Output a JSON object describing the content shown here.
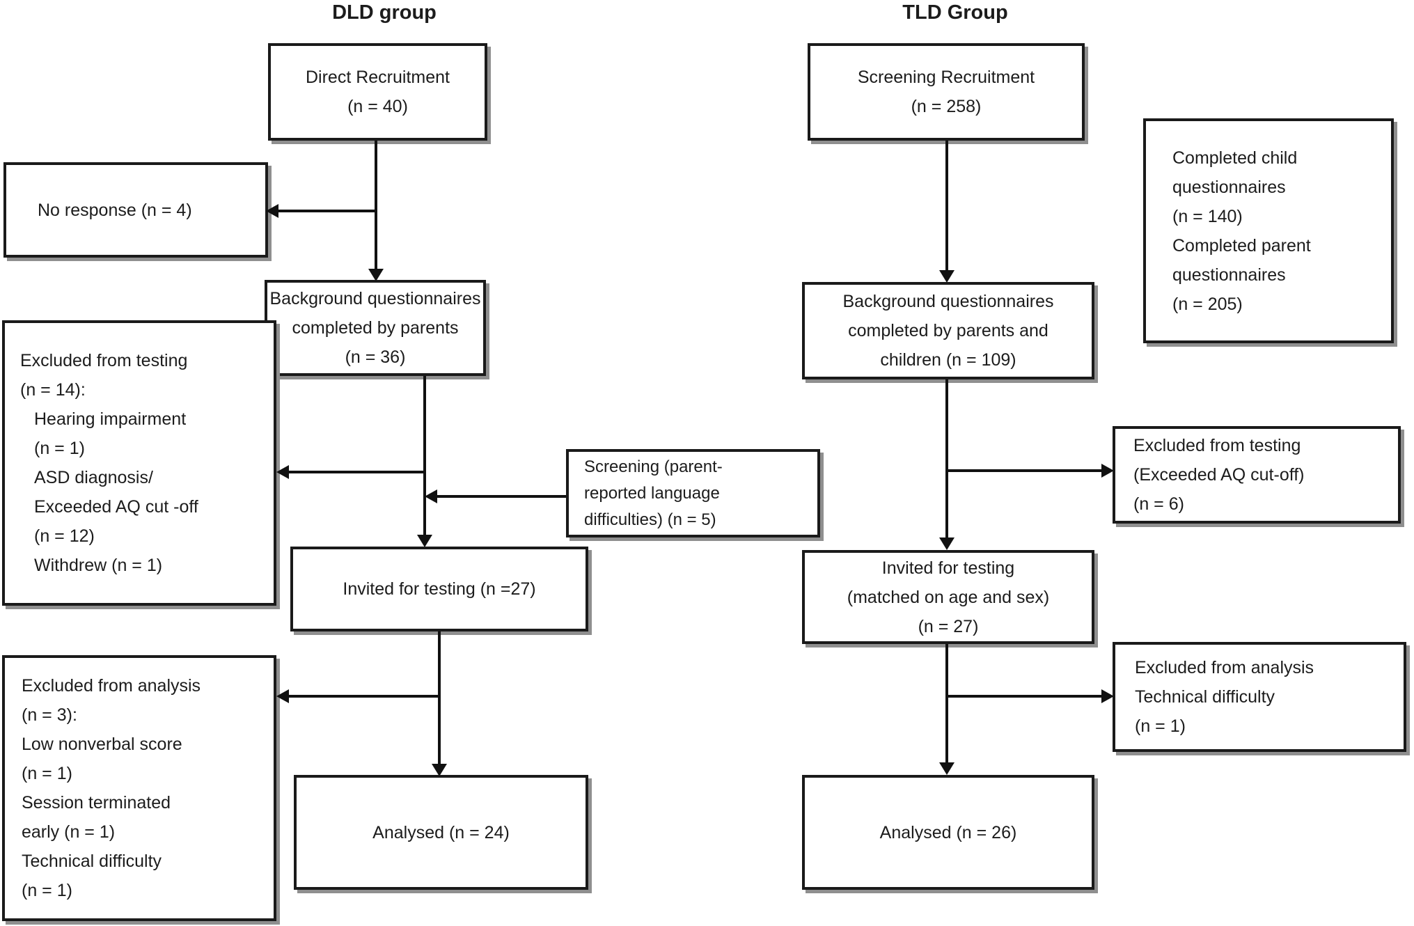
{
  "headers": {
    "dld": "DLD group",
    "tld": "TLD Group"
  },
  "boxes": {
    "direct_recruitment": {
      "lines": [
        "Direct Recruitment",
        "(n = 40)"
      ]
    },
    "screening_recruitment": {
      "lines": [
        "Screening Recruitment",
        "(n = 258)"
      ]
    },
    "completed_questionnaires": {
      "lines": [
        "Completed child",
        "questionnaires",
        "(n = 140)",
        "Completed parent",
        "questionnaires",
        "(n = 205)"
      ]
    },
    "no_response": {
      "lines": [
        "No response (n = 4)"
      ]
    },
    "background_dld": {
      "lines": [
        "Background questionnaires",
        "completed by parents",
        "(n = 36)"
      ]
    },
    "background_tld": {
      "lines": [
        "Background questionnaires",
        "completed by parents and",
        "children (n = 109)"
      ]
    },
    "excluded_testing_left": {
      "lines": [
        "Excluded from testing",
        "(n = 14):",
        "Hearing impairment",
        "(n = 1)",
        "ASD diagnosis/",
        "Exceeded AQ cut -off",
        "(n = 12)",
        "Withdrew (n = 1)"
      ]
    },
    "screening_note": {
      "lines": [
        "Screening (parent-",
        "reported language",
        "difficulties) (n = 5)"
      ]
    },
    "excluded_testing_right": {
      "lines": [
        "Excluded from testing",
        "(Exceeded AQ cut-off)",
        "(n = 6)"
      ]
    },
    "invited_dld": {
      "lines": [
        "Invited for testing (n =27)"
      ]
    },
    "invited_tld": {
      "lines": [
        "Invited for testing",
        "(matched on age and sex)",
        "(n = 27)"
      ]
    },
    "excluded_analysis_left": {
      "lines": [
        "Excluded from analysis",
        "(n = 3):",
        "Low nonverbal score",
        "(n = 1)",
        "Session terminated",
        "early (n = 1)",
        "Technical difficulty",
        "(n = 1)"
      ]
    },
    "excluded_analysis_right": {
      "lines": [
        "Excluded from analysis",
        "Technical difficulty",
        "(n = 1)"
      ]
    },
    "analysed_dld": {
      "lines": [
        "Analysed (n = 24)"
      ]
    },
    "analysed_tld": {
      "lines": [
        "Analysed (n = 26)"
      ]
    }
  },
  "colors": {
    "background": "#ffffff",
    "text": "#1c1c1c",
    "box_border": "#1a1a1a",
    "box_shadow": "#8f8f8f",
    "arrow": "#111111"
  }
}
